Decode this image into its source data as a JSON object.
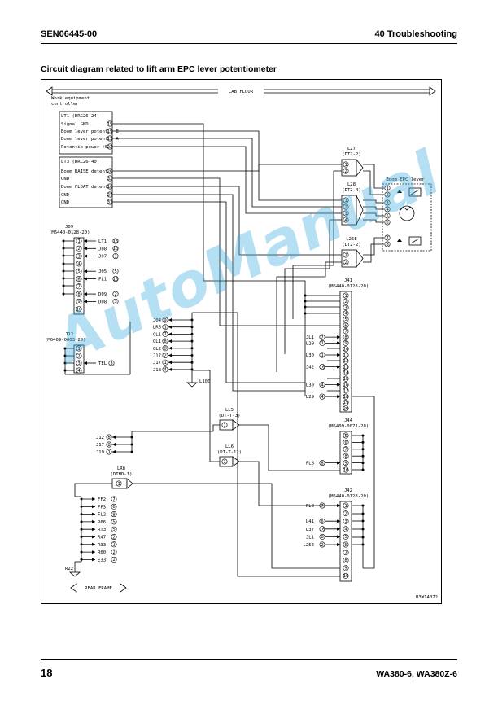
{
  "header": {
    "doc_id": "SEN06445-00",
    "section": "40 Troubleshooting"
  },
  "title": "Circuit diagram related to lift arm EPC lever potentiometer",
  "diagram": {
    "cab_floor": "CAB FLOOR",
    "rear_frame": "REAR FRAME",
    "figure_code": "B3W14072",
    "lt1": {
      "caption1": "Work equipment",
      "caption2": "controller",
      "name": "LT1 (DRC26-24)",
      "pins": [
        {
          "label": "Signal GND",
          "pin": "15"
        },
        {
          "label": "Boom lever potentio B",
          "pin": "19"
        },
        {
          "label": "Boom lever potentio A",
          "pin": "13"
        },
        {
          "label": "Potentio power +5V",
          "pin": "22"
        }
      ]
    },
    "lt3": {
      "name": "LT3 (DRC26-40)",
      "pins": [
        {
          "label": "Boom RAISE detent",
          "pin": "26"
        },
        {
          "label": "GND",
          "pin": "32"
        },
        {
          "label": "Boom FLOAT detent",
          "pin": "16"
        },
        {
          "label": "GND",
          "pin": "27"
        },
        {
          "label": "GND",
          "pin": "33"
        }
      ]
    },
    "l27": {
      "name": "L27",
      "type": "(DT2-2)",
      "pins": [
        "1",
        "2"
      ]
    },
    "l28": {
      "name": "L28",
      "type": "(DT2-4)",
      "pins": [
        "1",
        "2",
        "3",
        "4"
      ]
    },
    "l25e": {
      "name": "L25E",
      "type": "(DT2-2)",
      "pins": [
        "1",
        "2"
      ]
    },
    "boom_epc_lever": "Boom EPC lever",
    "epc_pins": [
      "1",
      "2",
      "3",
      "4",
      "5",
      "6",
      "7",
      "8"
    ],
    "j09": {
      "name": "J09",
      "type": "(M6440-0128-20)",
      "pins": [
        "1",
        "2",
        "3",
        "4",
        "5",
        "6",
        "7",
        "8",
        "9",
        "10"
      ],
      "refs": [
        {
          "label": "LT1",
          "pin": "15",
          "row": 0
        },
        {
          "label": "J08",
          "pin": "10",
          "row": 1
        },
        {
          "label": "J07",
          "pin": "1",
          "row": 2
        },
        {
          "label": "J05",
          "pin": "5",
          "row": 4
        },
        {
          "label": "FL1",
          "pin": "10",
          "row": 5
        },
        {
          "label": "D09",
          "pin": "2",
          "row": 7
        },
        {
          "label": "D08",
          "pin": "3",
          "row": 8
        }
      ]
    },
    "j12": {
      "name": "J12",
      "type": "(M6409-0603-20)",
      "pins": [
        "1",
        "2",
        "3",
        "4"
      ],
      "refs": [
        {
          "label": "TEL",
          "pin": "3",
          "row": 2
        }
      ]
    },
    "mid_refs": [
      {
        "label": "J04",
        "pin": "9"
      },
      {
        "label": "LR6",
        "pin": "1"
      },
      {
        "label": "CL1",
        "pin": "7"
      },
      {
        "label": "CL1",
        "pin": "8"
      },
      {
        "label": "CL2",
        "pin": "8"
      },
      {
        "label": "J17",
        "pin": "2"
      },
      {
        "label": "J17",
        "pin": "1"
      },
      {
        "label": "J18",
        "pin": "4"
      }
    ],
    "l100": "L100",
    "ll5": {
      "name": "LL5",
      "type": "(DT-T-3)"
    },
    "ll6": {
      "name": "LL6",
      "type": "(DT-T-12)"
    },
    "j_refs2": [
      {
        "label": "J12",
        "pin": "8"
      },
      {
        "label": "J17",
        "pin": "8"
      },
      {
        "label": "J19",
        "pin": "1"
      }
    ],
    "lr8": {
      "name": "LR8",
      "type": "(DTHD-1)",
      "pin": "1"
    },
    "gnd_refs": [
      {
        "label": "FF2",
        "pin": "7"
      },
      {
        "label": "FF3",
        "pin": "6"
      },
      {
        "label": "FL2",
        "pin": "8"
      },
      {
        "label": "R66",
        "pin": "5"
      },
      {
        "label": "RT3",
        "pin": "5"
      },
      {
        "label": "R47",
        "pin": "2"
      },
      {
        "label": "R33",
        "pin": "2"
      },
      {
        "label": "R60",
        "pin": "2"
      },
      {
        "label": "E33",
        "pin": "2"
      }
    ],
    "r22": "R22",
    "j41": {
      "name": "J41",
      "type": "(M6440-0128-20)",
      "pins": [
        "1",
        "2",
        "3",
        "4",
        "5",
        "6",
        "7",
        "8",
        "9",
        "10",
        "11",
        "12",
        "13",
        "14",
        "15",
        "16",
        "17",
        "18",
        "19",
        "20"
      ],
      "refs": [
        {
          "label": "JL1",
          "pin": "7",
          "row": 7
        },
        {
          "label": "L29",
          "pin": "1",
          "row": 8
        },
        {
          "label": "L30",
          "pin": "1",
          "row": 10
        },
        {
          "label": "J42",
          "pin": "16",
          "row": 12
        },
        {
          "label": "L30",
          "pin": "4",
          "row": 15
        },
        {
          "label": "L29",
          "pin": "4",
          "row": 17
        }
      ]
    },
    "j44": {
      "name": "J44",
      "type": "(M6409-0071-20)",
      "pins": [
        "5",
        "6",
        "7",
        "8",
        "9",
        "10"
      ],
      "refs": [
        {
          "label": "FL8",
          "pin": "8",
          "row": 4
        }
      ]
    },
    "j42": {
      "name": "J42",
      "type": "(M6440-0128-20)",
      "pins": [
        "1",
        "2",
        "3",
        "4",
        "5",
        "6",
        "7",
        "8",
        "9",
        "10"
      ],
      "refs": [
        {
          "label": "FL8",
          "pin": "7",
          "row": 0
        },
        {
          "label": "L41",
          "pin": "6",
          "row": 2
        },
        {
          "label": "L37",
          "pin": "16",
          "row": 3
        },
        {
          "label": "JL1",
          "pin": "8",
          "row": 4
        },
        {
          "label": "L25E",
          "pin": "2",
          "row": 5
        }
      ]
    }
  },
  "footer": {
    "page": "18",
    "models": "WA380-6, WA380Z-6"
  },
  "watermark": "AutoManual"
}
